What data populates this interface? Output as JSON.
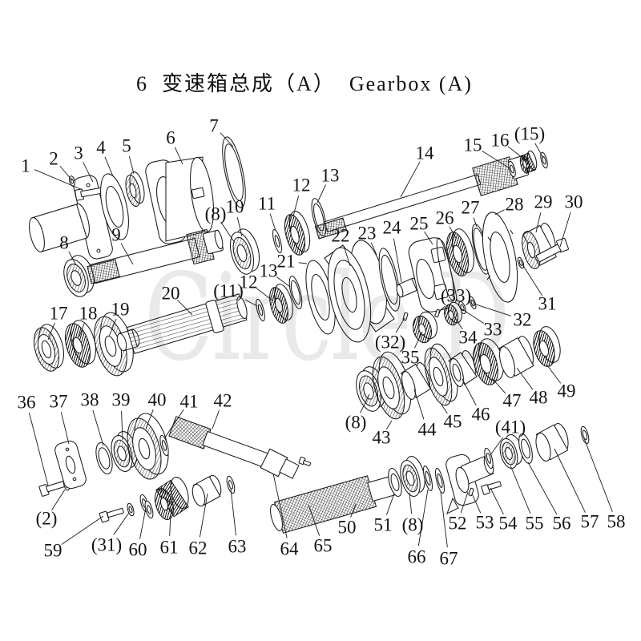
{
  "title": {
    "figure_number": "6",
    "name_zh": "变速箱总成（A）",
    "name_en": "Gearbox (A)",
    "text": "6  变速箱总成（A）  Gearbox (A)"
  },
  "watermark": {
    "text": "Circle D"
  },
  "diagram": {
    "description": "Exploded parts view of gearbox assembly with numbered callouts",
    "labels": [
      [
        "1",
        32,
        207,
        103,
        237
      ],
      [
        "2",
        67,
        198,
        90,
        225
      ],
      [
        "3",
        98,
        191,
        116,
        227
      ],
      [
        "4",
        126,
        184,
        141,
        220
      ],
      [
        "5",
        158,
        182,
        167,
        217
      ],
      [
        "6",
        213,
        172,
        228,
        205
      ],
      [
        "7",
        267,
        157,
        291,
        183
      ],
      [
        "8",
        80,
        303,
        95,
        331
      ],
      [
        "9",
        145,
        293,
        166,
        330
      ],
      [
        "(8)",
        269,
        267,
        293,
        303
      ],
      [
        "10",
        293,
        258,
        302,
        295
      ],
      [
        "11",
        333,
        254,
        344,
        288
      ],
      [
        "12",
        376,
        231,
        366,
        270
      ],
      [
        "13",
        412,
        219,
        396,
        253
      ],
      [
        "14",
        530,
        191,
        500,
        246
      ],
      [
        "15",
        590,
        181,
        636,
        210
      ],
      [
        "16",
        624,
        175,
        656,
        200
      ],
      [
        "(15)",
        661,
        167,
        678,
        197
      ],
      [
        "17",
        73,
        391,
        60,
        424
      ],
      [
        "18",
        110,
        391,
        99,
        420
      ],
      [
        "19",
        150,
        386,
        136,
        420
      ],
      [
        "20",
        213,
        366,
        240,
        393
      ],
      [
        "(11)",
        285,
        363,
        321,
        382
      ],
      [
        "12",
        310,
        352,
        340,
        375
      ],
      [
        "13",
        335,
        338,
        362,
        358
      ],
      [
        "21",
        357,
        326,
        383,
        329
      ],
      [
        "22",
        425,
        294,
        437,
        332
      ],
      [
        "23",
        458,
        291,
        470,
        318
      ],
      [
        "24",
        489,
        284,
        501,
        352
      ],
      [
        "25",
        523,
        279,
        540,
        305
      ],
      [
        "26",
        555,
        272,
        569,
        297
      ],
      [
        "27",
        587,
        259,
        595,
        283
      ],
      [
        "28",
        642,
        255,
        618,
        268
      ],
      [
        "29",
        678,
        252,
        669,
        290
      ],
      [
        "30",
        716,
        252,
        699,
        308
      ],
      [
        "31",
        683,
        379,
        652,
        330
      ],
      [
        "(33)",
        569,
        369,
        547,
        390
      ],
      [
        "32",
        652,
        399,
        591,
        379
      ],
      [
        "33",
        615,
        411,
        577,
        386
      ],
      [
        "34",
        584,
        421,
        566,
        394
      ],
      [
        "35",
        512,
        446,
        527,
        414
      ],
      [
        "(32)",
        487,
        427,
        505,
        397
      ],
      [
        "36",
        33,
        502,
        60,
        606
      ],
      [
        "37",
        73,
        501,
        86,
        554
      ],
      [
        "38",
        112,
        499,
        129,
        556
      ],
      [
        "39",
        151,
        499,
        153,
        549
      ],
      [
        "40",
        196,
        499,
        182,
        535
      ],
      [
        "41",
        236,
        501,
        206,
        546
      ],
      [
        "42",
        278,
        500,
        265,
        535
      ],
      [
        "(8)",
        444,
        527,
        461,
        492
      ],
      [
        "43",
        476,
        546,
        489,
        525
      ],
      [
        "44",
        533,
        536,
        517,
        486
      ],
      [
        "45",
        565,
        526,
        551,
        505
      ],
      [
        "46",
        600,
        517,
        577,
        473
      ],
      [
        "47",
        639,
        500,
        614,
        472
      ],
      [
        "48",
        672,
        496,
        645,
        459
      ],
      [
        "49",
        707,
        488,
        683,
        456
      ],
      [
        "(2)",
        58,
        647,
        81,
        611
      ],
      [
        "59",
        66,
        687,
        129,
        644
      ],
      [
        "(31)",
        133,
        680,
        161,
        640
      ],
      [
        "60",
        172,
        686,
        182,
        634
      ],
      [
        "61",
        211,
        683,
        213,
        641
      ],
      [
        "62",
        247,
        684,
        259,
        616
      ],
      [
        "63",
        296,
        682,
        288,
        610
      ],
      [
        "64",
        361,
        685,
        341,
        591
      ],
      [
        "65",
        403,
        681,
        385,
        630
      ],
      [
        "50",
        433,
        658,
        444,
        629
      ],
      [
        "51",
        478,
        655,
        492,
        616
      ],
      [
        "(8)",
        515,
        655,
        511,
        615
      ],
      [
        "66",
        520,
        695,
        534,
        611
      ],
      [
        "67",
        560,
        697,
        550,
        614
      ],
      [
        "52",
        571,
        653,
        584,
        614
      ],
      [
        "53",
        605,
        652,
        589,
        616
      ],
      [
        "54",
        634,
        653,
        612,
        609
      ],
      [
        "55",
        667,
        653,
        637,
        581
      ],
      [
        "56",
        701,
        653,
        659,
        577
      ],
      [
        "57",
        736,
        651,
        692,
        560
      ],
      [
        "58",
        769,
        651,
        729,
        547
      ],
      [
        "(41)",
        637,
        533,
        612,
        568
      ]
    ]
  }
}
